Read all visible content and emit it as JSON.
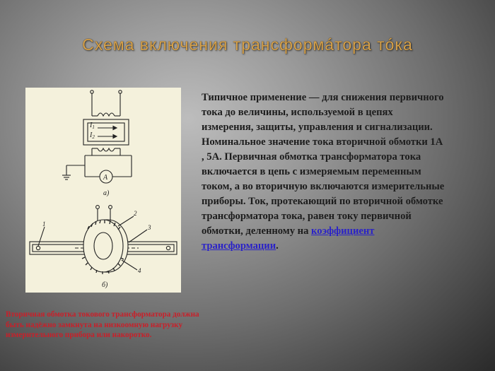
{
  "slide": {
    "title": "Схема включения трансформáтора тóка",
    "body_text": "Типичное применение — для снижения первичного тока до величины, используемой в цепях измерения, защиты, управления и сигнализации. Номинальное значение тока вторичной обмотки 1A , 5A. Первичная обмотка трансформатора тока включается в цепь с измеряемым переменным током, а во вторичную включаются измерительные приборы. Ток, протекающий по вторичной обмотке трансформатора тока, равен току первичной обмотки, деленному на",
    "link_text": "коэффициент трансформации",
    "body_end": ".",
    "warning_text": "Вторичная обмотка токового трансформатора должна быть надёжно замкнута на низкоомную нагрузку измерительного прибора или накоротко."
  },
  "figure": {
    "i1_label": "I",
    "i1_sub": "1",
    "i2_label": "I",
    "i2_sub": "2",
    "ammeter_label": "A",
    "caption_a": "а)",
    "caption_b": "б)",
    "callout_1": "1",
    "callout_2": "2",
    "callout_3": "3",
    "callout_4": "4"
  },
  "colors": {
    "title": "#d8a24a",
    "body": "#1c1c1c",
    "link": "#2a22c8",
    "warning": "#c8202a",
    "figure_bg": "#f4f1dc"
  }
}
